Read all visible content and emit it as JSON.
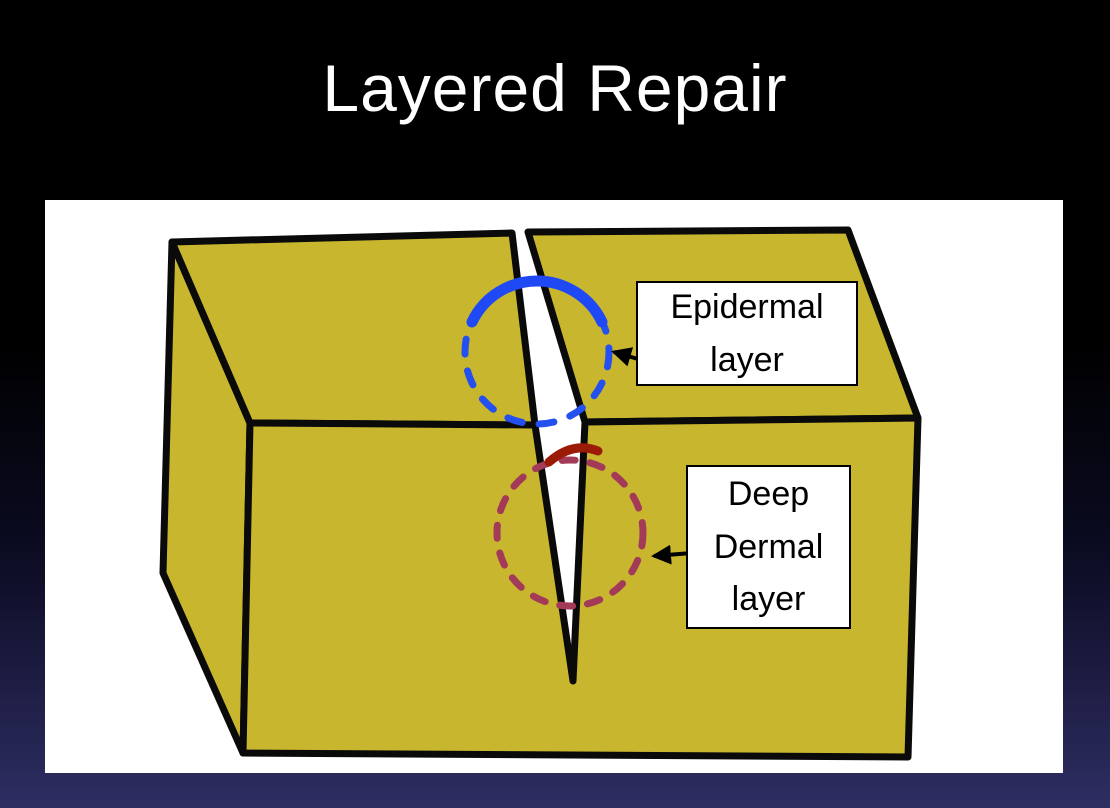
{
  "slide": {
    "title": "Layered Repair"
  },
  "diagram": {
    "labels": {
      "epidermal": {
        "line1": "Epidermal",
        "line2": "layer"
      },
      "deep_dermal": {
        "line1": "Deep",
        "line2": "Dermal",
        "line3": "layer"
      }
    },
    "colors": {
      "tissue_fill": "#c8b62f",
      "outline": "#0a0a0a",
      "epidermal_suture": "#2450f0",
      "epidermal_suture_solid": "#1f49f5",
      "deep_dermal_suture": "#a33a58",
      "wound_mark": "#9b1b06",
      "label_box_bg": "#ffffff",
      "label_box_border": "#000000",
      "arrow": "#000000"
    }
  }
}
